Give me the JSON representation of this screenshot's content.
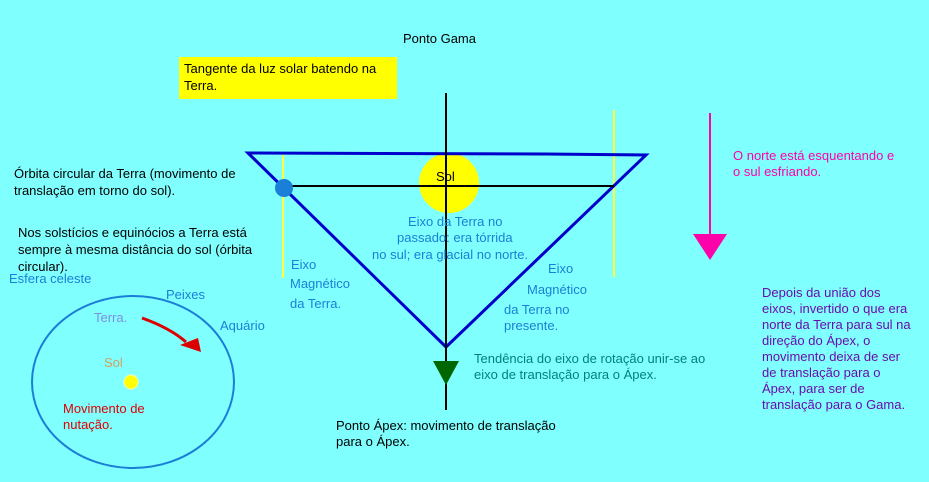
{
  "title": "Ponto Gama",
  "tangent_note": "Tangente da luz solar batendo na Terra.",
  "orbit_note": [
    "Órbita circular da Terra (movimento de",
    "translação em torno do sol)."
  ],
  "solstice_note": [
    "Nos solstícios e equinócios a Terra está",
    "sempre à mesma distância do sol (órbita",
    "circular)."
  ],
  "celestial_sphere": {
    "label": "Esfera celeste",
    "peixes": "Peixes",
    "aquario": "Aquário",
    "terra": "Terra.",
    "sol": "Sol",
    "nutation": [
      "Movimento de",
      "nutação."
    ]
  },
  "sun_label": "Sol",
  "past_axis": [
    "Eixo da Terra no",
    "passado: era tórrida",
    "no sul; era glacial no norte."
  ],
  "magnetic_left": [
    "Eixo",
    "Magnético",
    "da Terra."
  ],
  "magnetic_right": [
    "Eixo",
    "Magnético",
    "da Terra no",
    "presente."
  ],
  "north_note": [
    "O norte está esquentando e",
    "o sul esfriando."
  ],
  "tendency_note": [
    "Tendência do eixo de rotação unir-se ao",
    "eixo de translação para o Ápex."
  ],
  "apex_note": [
    "Ponto Ápex: movimento de translação",
    "para o Ápex."
  ],
  "after_union_note": [
    "Depois da união dos",
    "eixos, invertido o que era",
    "norte da Terra para sul na",
    "direção do Ápex, o",
    "movimento deixa de ser",
    "de translação para o",
    "Ápex, para ser de",
    "translação para o Gama."
  ],
  "colors": {
    "background": "#80ffff",
    "triangle": "#0000cc",
    "sun": "#ffff00",
    "magenta": "#ff00aa",
    "green": "#006600",
    "purple": "#6a0dad"
  }
}
